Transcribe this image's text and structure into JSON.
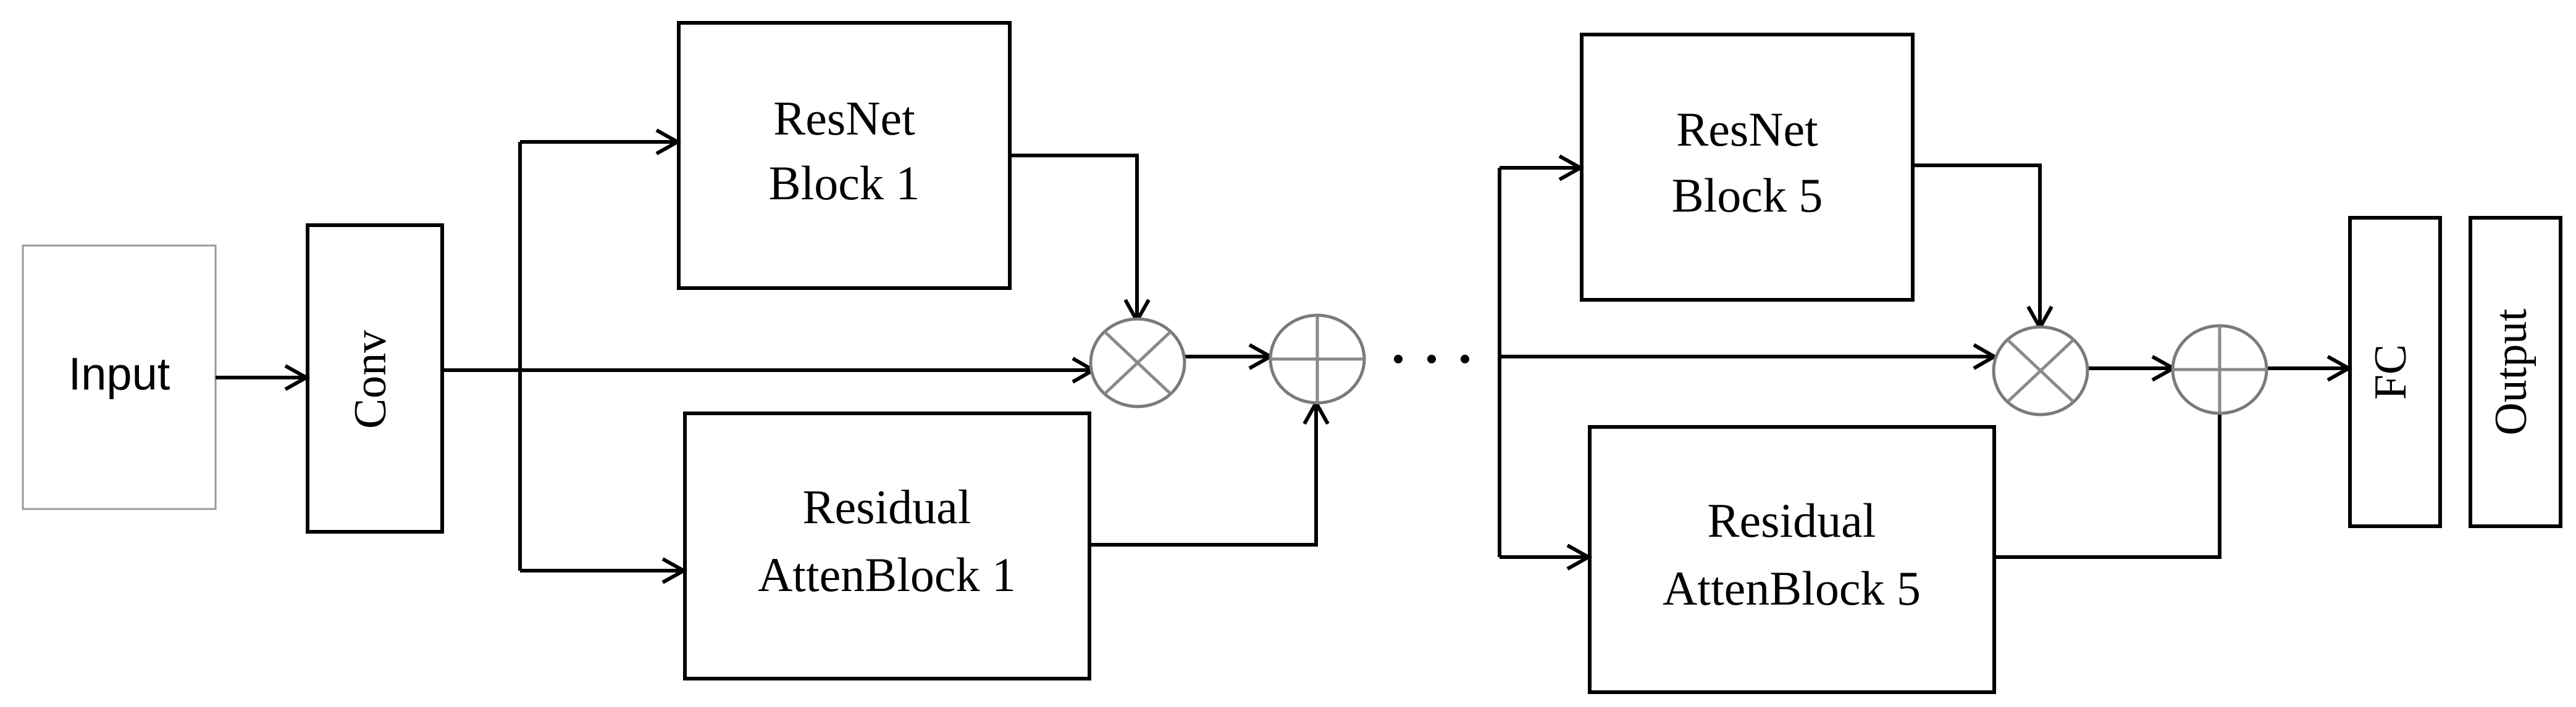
{
  "input_label": "Input",
  "conv_label": "Conv",
  "resnet_block_1": {
    "line1": "ResNet",
    "line2": "Block 1"
  },
  "residual_atten_block_1": {
    "line1": "Residual",
    "line2": "AttenBlock 1"
  },
  "ellipsis": "· · ·",
  "resnet_block_5": {
    "line1": "ResNet",
    "line2": "Block 5"
  },
  "residual_atten_block_5": {
    "line1": "Residual",
    "line2": "AttenBlock 5"
  },
  "fc_label": "FC",
  "output_label": "Output",
  "operators": {
    "multiply": "multiply",
    "add": "add"
  }
}
